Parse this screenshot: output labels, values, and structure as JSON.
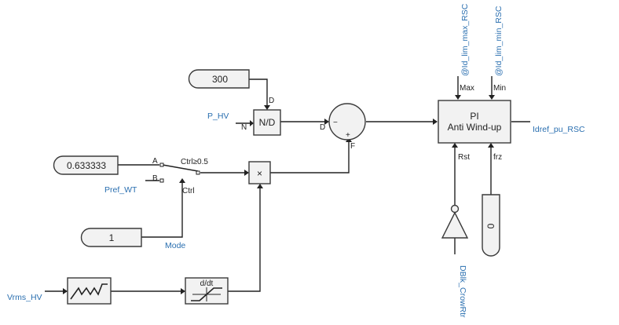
{
  "constants": {
    "c300": "300",
    "c0633": "0.633333",
    "c1": "1",
    "c0": "0"
  },
  "signals": {
    "p_hv": "P_HV",
    "pref_wt": "Pref_WT",
    "mode": "Mode",
    "vrms_hv": "Vrms_HV",
    "idref": "Idref_pu_RSC",
    "id_lim_max": "@Id_lim_max_RSC",
    "id_lim_min": "@Id_lim_min_RSC",
    "dblk": "DBlk_CrowRtr"
  },
  "blocks": {
    "divider": "N/D",
    "pi_line1": "PI",
    "pi_line2": "Anti Wind-up",
    "multiply": "×",
    "derivative": "d/dt"
  },
  "ports": {
    "d_top": "D",
    "n_in": "N",
    "d_sum": "D",
    "minus": "−",
    "plus": "+",
    "f": "F",
    "a": "A",
    "b": "B",
    "ctrl_cond": "Ctrl≥0.5",
    "ctrl": "Ctrl",
    "max": "Max",
    "min": "Min",
    "rst": "Rst",
    "frz": "frz"
  },
  "colors": {
    "signal_label": "#2a6fb0",
    "block_fill": "#f2f2f2",
    "wire": "#222222"
  }
}
